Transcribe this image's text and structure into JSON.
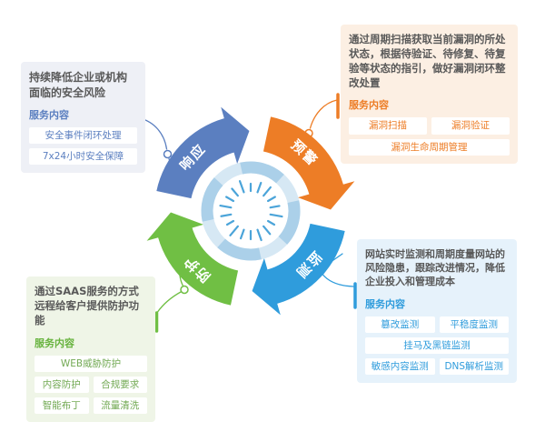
{
  "cycle": {
    "segments": [
      {
        "id": "respond",
        "label": "响应",
        "color": "#5b7fc0"
      },
      {
        "id": "warn",
        "label": "预警",
        "color": "#ed7d26"
      },
      {
        "id": "monitor",
        "label": "监测",
        "color": "#2f9cdc"
      },
      {
        "id": "protect",
        "label": "防护",
        "color": "#70bf44"
      }
    ],
    "center_icon": "dial-ticks-icon",
    "ring_color": "#d6e8f4",
    "ring_segment_color": "#abd0e9",
    "tick_color": "#4ba4d9"
  },
  "boxes": {
    "response": {
      "description": "持续降低企业或机构面临的安全风险",
      "section_label": "服务内容",
      "chips": [
        "安全事件闭环处理",
        "7x24小时安全保障"
      ],
      "accent": "#5b7fc0",
      "bg": "#eef0f6"
    },
    "warning": {
      "description": "通过周期扫描获取当前漏洞的所处状态，根据待验证、待修复、待复验等状态的指引，做好漏洞闭环整改处置",
      "section_label": "服务内容",
      "chips": [
        "漏洞扫描",
        "漏洞验证",
        "漏洞生命周期管理"
      ],
      "accent": "#ed7d26",
      "bg": "#fcefe3"
    },
    "protection": {
      "description": "通过SAAS服务的方式远程给客户提供防护功能",
      "section_label": "服务内容",
      "chips": [
        "WEB威胁防护",
        "内容防护",
        "合规要求",
        "智能布丁",
        "流量清洗"
      ],
      "accent": "#70bf44",
      "bg": "#eff5e7"
    },
    "monitoring": {
      "description": "网站实时监测和周期度量网站的风险隐患，跟踪改进情况，降低企业投入和管理成本",
      "section_label": "服务内容",
      "chips": [
        "篡改监测",
        "平稳度监测",
        "挂马及黑链监测",
        "敏感内容监测",
        "DNS解析监测"
      ],
      "accent": "#2f9cdc",
      "bg": "#e6f2fb"
    }
  }
}
